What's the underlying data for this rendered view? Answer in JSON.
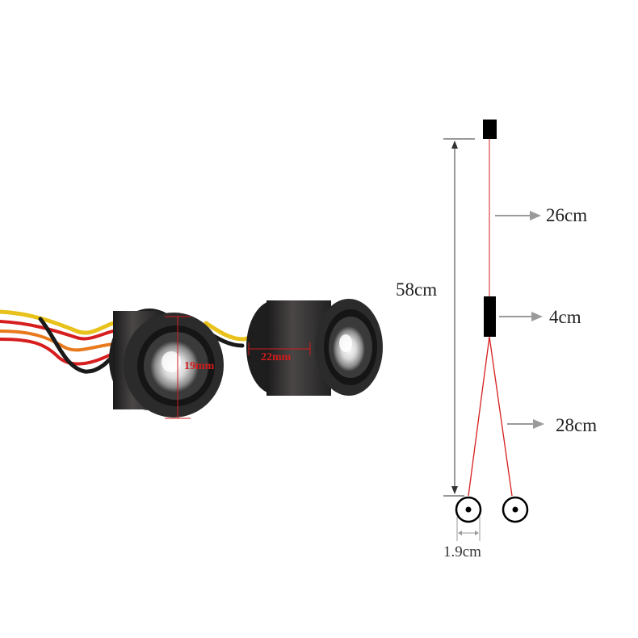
{
  "photo": {
    "lamp_left_label": "19mm",
    "lamp_right_label": "22mm"
  },
  "diagram": {
    "total_length": "58cm",
    "lead_top": "26cm",
    "lead_body": "4cm",
    "lead_split": "28cm",
    "lamp_diameter": "1.9cm"
  },
  "colors": {
    "wire_red": "#d61e1e",
    "wire_yellow": "#e8c21a",
    "wire_black": "#1a1a1a",
    "lamp_body": "#2b2b2b",
    "arrow_gray": "#9a9a9a"
  }
}
